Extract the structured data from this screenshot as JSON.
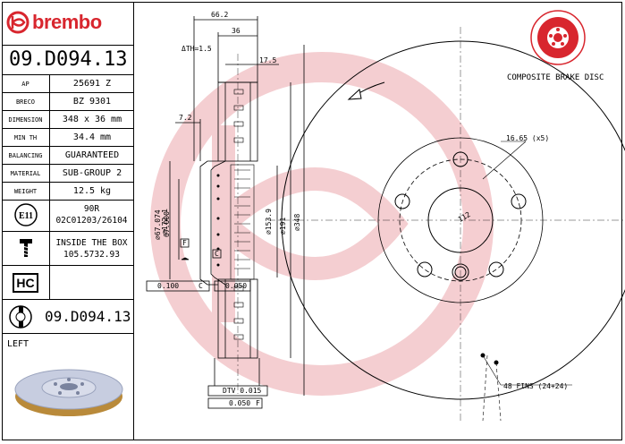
{
  "brand": "brembo",
  "part_code": "09.D094.13",
  "specs": [
    {
      "key": "AP",
      "value": "25691 Z"
    },
    {
      "key": "BRECO",
      "value": "BZ 9301"
    },
    {
      "key": "DIMENSION",
      "value": "348 x 36 mm"
    },
    {
      "key": "MIN TH",
      "value": "34.4 mm"
    },
    {
      "key": "BALANCING",
      "value": "GUARANTEED"
    },
    {
      "key": "MATERIAL",
      "value": "SUB-GROUP 2"
    },
    {
      "key": "WEIGHT",
      "value": "12.5 kg"
    }
  ],
  "approval": {
    "icon_text": "E11",
    "line1": "90R",
    "line2": "02C01203/26104"
  },
  "box": {
    "line1": "INSIDE THE BOX",
    "line2": "105.5732.93"
  },
  "hc_badge": "HC",
  "disc_code": "09.D094.13",
  "side_label": "LEFT",
  "composite_label": "COMPOSITE BRAKE DISC",
  "dimensions": {
    "width_total": "66.2",
    "thickness": "36",
    "delta_th": "ΔTH=1.5",
    "offset_17": "17.5",
    "hat_7": "7.2",
    "d172": "∅172.1",
    "d67a": "∅67.074",
    "d67b": "67.000",
    "d153": "∅153.9",
    "d191": "∅191",
    "d348": "∅348",
    "bolt_holes": "16.65 (x5)",
    "pcd": "112",
    "fins": "48 FINS (24+24)",
    "ref_f": "F",
    "ref_c": "C",
    "tol_100": "0.100",
    "tol_050": "0.050",
    "dtv": "DTV 0.015",
    "runout": "0.050",
    "ref_f2": "F",
    "ref_c2": "C"
  },
  "colors": {
    "brand_red": "#d8262e",
    "watermark": "#f3c6c9"
  }
}
